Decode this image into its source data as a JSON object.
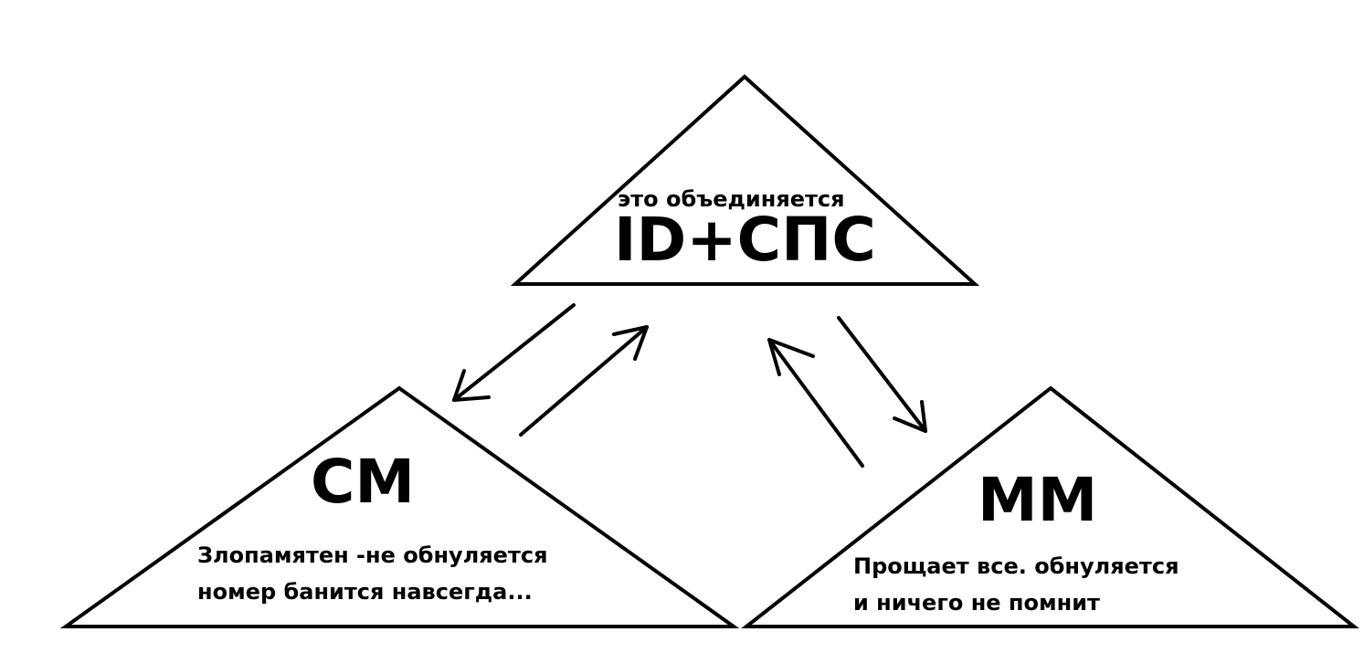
{
  "top": {
    "caption": "это объединяется",
    "title": "ID+СПС"
  },
  "left": {
    "title": "СМ",
    "lines": [
      "Злопамятен -не обнуляется",
      "номер банится навсегда..."
    ]
  },
  "right": {
    "title": "ММ",
    "lines": [
      "Прощает все. обнуляется",
      "и ничего не помнит"
    ]
  },
  "colors": {
    "stroke": "#000000",
    "background": "#ffffff"
  }
}
